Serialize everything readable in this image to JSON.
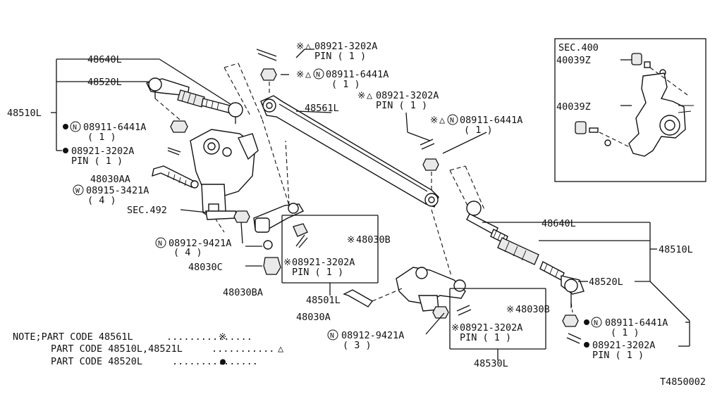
{
  "figure_code": "T4850002",
  "sec400": {
    "title": "SEC.400",
    "labels": {
      "upper": "40039Z",
      "lower": "40039Z"
    }
  },
  "callouts": {
    "48640L_upper": "48640L",
    "48520L_upper": "48520L",
    "48510L_left": "48510L",
    "nut_left": {
      "code": "08911-6441A",
      "qty": "( 1 )"
    },
    "pin_left": {
      "code": "08921-3202A",
      "qty": "PIN ( 1 )"
    },
    "48030AA": "48030AA",
    "washer": {
      "code": "08915-3421A",
      "qty": "( 4 )"
    },
    "sec492": "SEC.492",
    "bolt_nut_left": {
      "code": "08912-9421A",
      "qty": "( 4 )"
    },
    "48030C": "48030C",
    "48030BA": "48030BA",
    "pin_top": {
      "code": "08921-3202A",
      "qty": "PIN ( 1 )"
    },
    "nut_top": {
      "code": "08911-6441A",
      "qty": "( 1 )"
    },
    "48561L": "48561L",
    "pin_center": {
      "code": "08921-3202A",
      "qty": "PIN ( 1 )"
    },
    "nut_center": {
      "code": "08911-6441A",
      "qty": "( 1 )"
    },
    "48030B_left": "48030B",
    "pin_idler": {
      "code": "08921-3202A",
      "qty": "PIN ( 1 )"
    },
    "48501L": "48501L",
    "48030A": "48030A",
    "bolt_nut_right": {
      "code": "08912-9421A",
      "qty": "( 3 )"
    },
    "48030B_right": "48030B",
    "pin_pitman": {
      "code": "08921-3202A",
      "qty": "PIN ( 1 )"
    },
    "48530L": "48530L",
    "48640L_right": "48640L",
    "48510L_right": "48510L",
    "48520L_right": "48520L",
    "nut_right": {
      "code": "08911-6441A",
      "qty": "( 1 )"
    },
    "pin_right": {
      "code": "08921-3202A",
      "qty": "PIN ( 1 )"
    }
  },
  "symbols": {
    "star": "※",
    "triangle": "△",
    "circled_n": "N",
    "circled_w": "W"
  },
  "notes": {
    "lines": [
      {
        "text": "NOTE;PART CODE 48561L",
        "dots": "...............",
        "mark": "※"
      },
      {
        "text": "PART CODE 48510L,48521L",
        "dots": "...........",
        "mark": "△"
      },
      {
        "text": "PART CODE 48520L",
        "dots": "...............",
        "mark": "●"
      }
    ]
  }
}
